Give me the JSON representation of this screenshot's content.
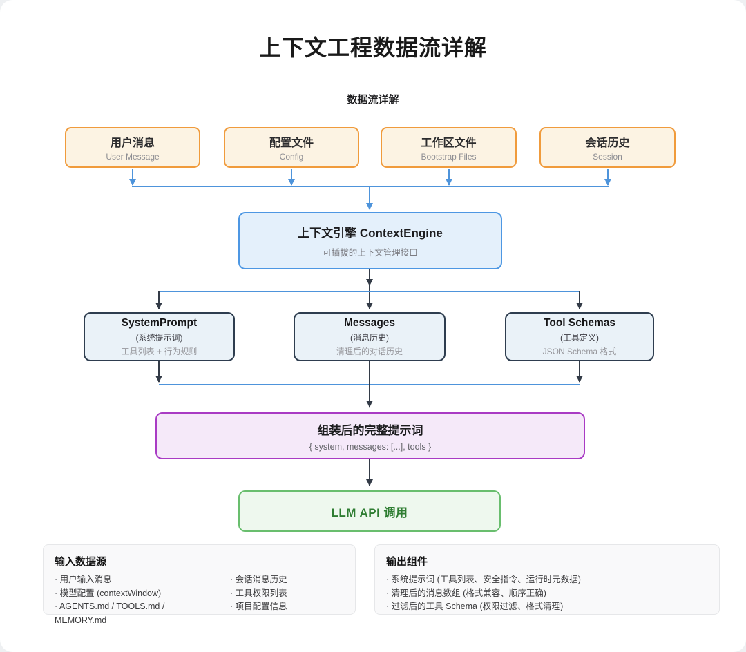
{
  "page": {
    "title": "上下文工程数据流详解",
    "subtitle": "数据流详解"
  },
  "sources": [
    {
      "title": "用户消息",
      "subtitle": "User Message"
    },
    {
      "title": "配置文件",
      "subtitle": "Config"
    },
    {
      "title": "工作区文件",
      "subtitle": "Bootstrap Files"
    },
    {
      "title": "会话历史",
      "subtitle": "Session"
    }
  ],
  "engine": {
    "title": "上下文引擎 ContextEngine",
    "subtitle": "可插拔的上下文管理接口"
  },
  "components": [
    {
      "title": "SystemPrompt",
      "subtitle": "(系统提示词)",
      "description": "工具列表 + 行为规则"
    },
    {
      "title": "Messages",
      "subtitle": "(消息历史)",
      "description": "清理后的对话历史"
    },
    {
      "title": "Tool Schemas",
      "subtitle": "(工具定义)",
      "description": "JSON Schema 格式"
    }
  ],
  "assembled_prompt": {
    "title": "组装后的完整提示词",
    "subtitle": "{ system, messages: [...], tools }"
  },
  "llm_call": {
    "label": "LLM API 调用"
  },
  "input_panel": {
    "heading": "输入数据源",
    "column1": [
      "用户输入消息",
      "模型配置 (contextWindow)",
      "AGENTS.md / TOOLS.md / MEMORY.md"
    ],
    "column2": [
      "会话消息历史",
      "工具权限列表",
      "项目配置信息"
    ]
  },
  "output_panel": {
    "heading": "输出组件",
    "items": [
      "系统提示词 (工具列表、安全指令、运行时元数据)",
      "清理后的消息数组 (格式兼容、顺序正确)",
      "过滤后的工具 Schema (权限过滤、格式清理)"
    ]
  },
  "colors": {
    "source_border": "#F09B3C",
    "source_fill": "#FCF3E3",
    "engine_border": "#4D97E3",
    "engine_fill": "#E4F0FB",
    "component_border": "#2E3D4F",
    "component_fill": "#EAF2F8",
    "assembled_border": "#A93BC4",
    "assembled_fill": "#F5E9F9",
    "llm_border": "#69BE6E",
    "llm_fill": "#EEF8EE",
    "llm_text": "#2E7D32",
    "arrow_blue": "#4E94DB",
    "arrow_dark": "#333B47"
  }
}
